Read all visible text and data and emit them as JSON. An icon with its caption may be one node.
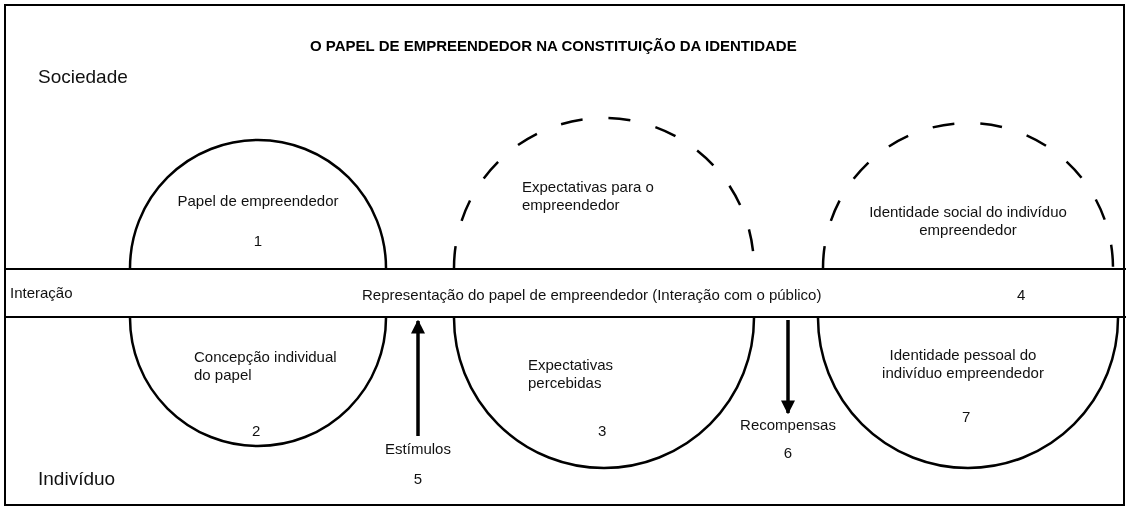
{
  "diagram": {
    "title": "O PAPEL DE EMPREENDEDOR NA CONSTITUIÇÃO DA IDENTIDADE",
    "nodes": [
      {
        "text": [
          "Papel de empreendedor",
          "1"
        ]
      },
      {
        "text": [
          "Expectativas para o empreendedor"
        ]
      },
      {
        "text": [
          "Identidade social do indivíduo empreendedor"
        ]
      },
      {
        "text": [
          "Representação do papel de empreendedor (Interação com o público)",
          "4"
        ]
      },
      {
        "text": [
          "Concepção individual do papel",
          "2"
        ]
      },
      {
        "text": [
          "Expectativas percebidas",
          "3"
        ]
      },
      {
        "text": [
          "Identidade pessoal do indivíduo empreendedor",
          "7"
        ]
      },
      {
        "text": [
          "Estímulos",
          "5"
        ]
      },
      {
        "text": [
          "Recompensas",
          "6"
        ]
      }
    ],
    "edges": [
      {
        "from": 7,
        "to": 3,
        "arrow": "to"
      },
      {
        "from": 3,
        "to": 8,
        "arrow": "to"
      }
    ],
    "labels": [
      "Sociedade",
      "Interação",
      "Indivíduo"
    ]
  }
}
